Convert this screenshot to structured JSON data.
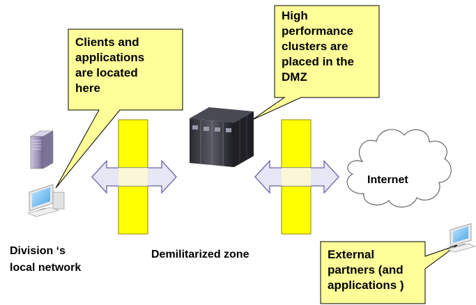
{
  "callouts": {
    "clients": "Clients and\napplications\nare located\nhere",
    "clusters": "High\nperformance\nclusters  are\nplaced  in the\nDMZ",
    "external": "External\npartners  (and\napplications )"
  },
  "labels": {
    "internet": "Internet",
    "division": "Division ‘s\nlocal network",
    "dmz": "Demilitarized zone"
  },
  "icons": {
    "server": "server-icon",
    "client_computer": "computer-icon",
    "cluster": "cluster-rack-icon",
    "external_computer": "computer-icon",
    "cloud": "cloud-icon"
  },
  "colors": {
    "callout_fill": "#ffff99",
    "firewall_fill": "#ffff00",
    "arrow_fill": "#e6e6f5",
    "arrow_stroke": "#6666aa"
  }
}
